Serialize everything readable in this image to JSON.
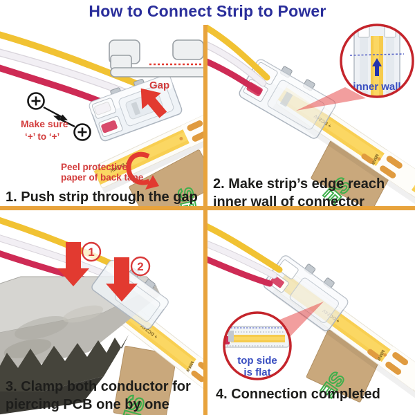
{
  "title": "How to Connect Strip to Power",
  "colors": {
    "divider": "#E8A33C",
    "title_navy": "#2A2E9B",
    "annotation_red": "#D23B3B",
    "arrow_red": "#E23A30",
    "inset_blue": "#3A4FC1",
    "caption_black": "#1D1D1B",
    "wire_yellow": "#F1C233",
    "wire_white": "#F0EDF2",
    "wire_red": "#CE2B55",
    "strip_yellow": "#F8CF52",
    "copper_pad": "#E09B3F",
    "adhesive_tan": "#C9A87C",
    "adhesive_green": "#3FAF4C",
    "inset_ring_red": "#C4242B"
  },
  "strip_markings": {
    "mm": "MM",
    "w": "W",
    "dc": "+ DC24V",
    "adhesive": "SE"
  },
  "panel1": {
    "caption": "1. Push strip through the gap",
    "gap_label": "Gap",
    "make_sure_line1": "Make sure",
    "make_sure_line2": "‘+’ to ‘+’",
    "plus1": "+",
    "plus2": "+",
    "peel_line1": "Peel protective",
    "peel_line2": "paper of back tape"
  },
  "panel2": {
    "caption_line1": "2. Make strip’s edge reach",
    "caption_line2": "inner wall of connector",
    "inset_label": "inner wall"
  },
  "panel3": {
    "caption_line1": "3. Clamp both conductor for",
    "caption_line2": "piercing PCB one by one",
    "step1": "1",
    "step2": "2"
  },
  "panel4": {
    "caption": "4. Connection completed",
    "inset_label_line1": "top side",
    "inset_label_line2": "is flat"
  }
}
